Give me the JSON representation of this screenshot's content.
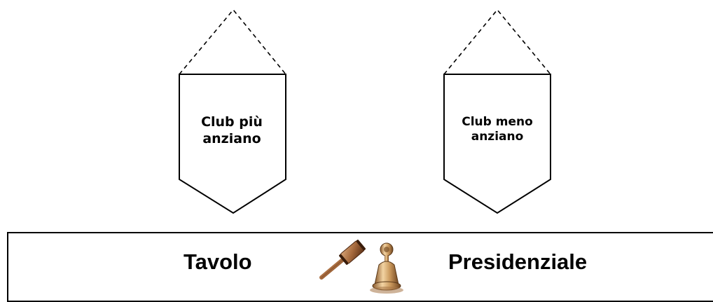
{
  "pennants": [
    {
      "label_lines": [
        "Club più",
        "anziano"
      ]
    },
    {
      "label_lines": [
        "Club meno",
        "anziano"
      ]
    }
  ],
  "table": {
    "left_text": "Tavolo",
    "right_text": "Presidenziale"
  },
  "icons": {
    "gavel": "gavel-icon",
    "bell": "bell-icon"
  },
  "colors": {
    "outline": "#000000",
    "wood_light": "#c9956a",
    "wood_dark": "#6b3b1e",
    "bell_gold": "#c8a06a"
  }
}
